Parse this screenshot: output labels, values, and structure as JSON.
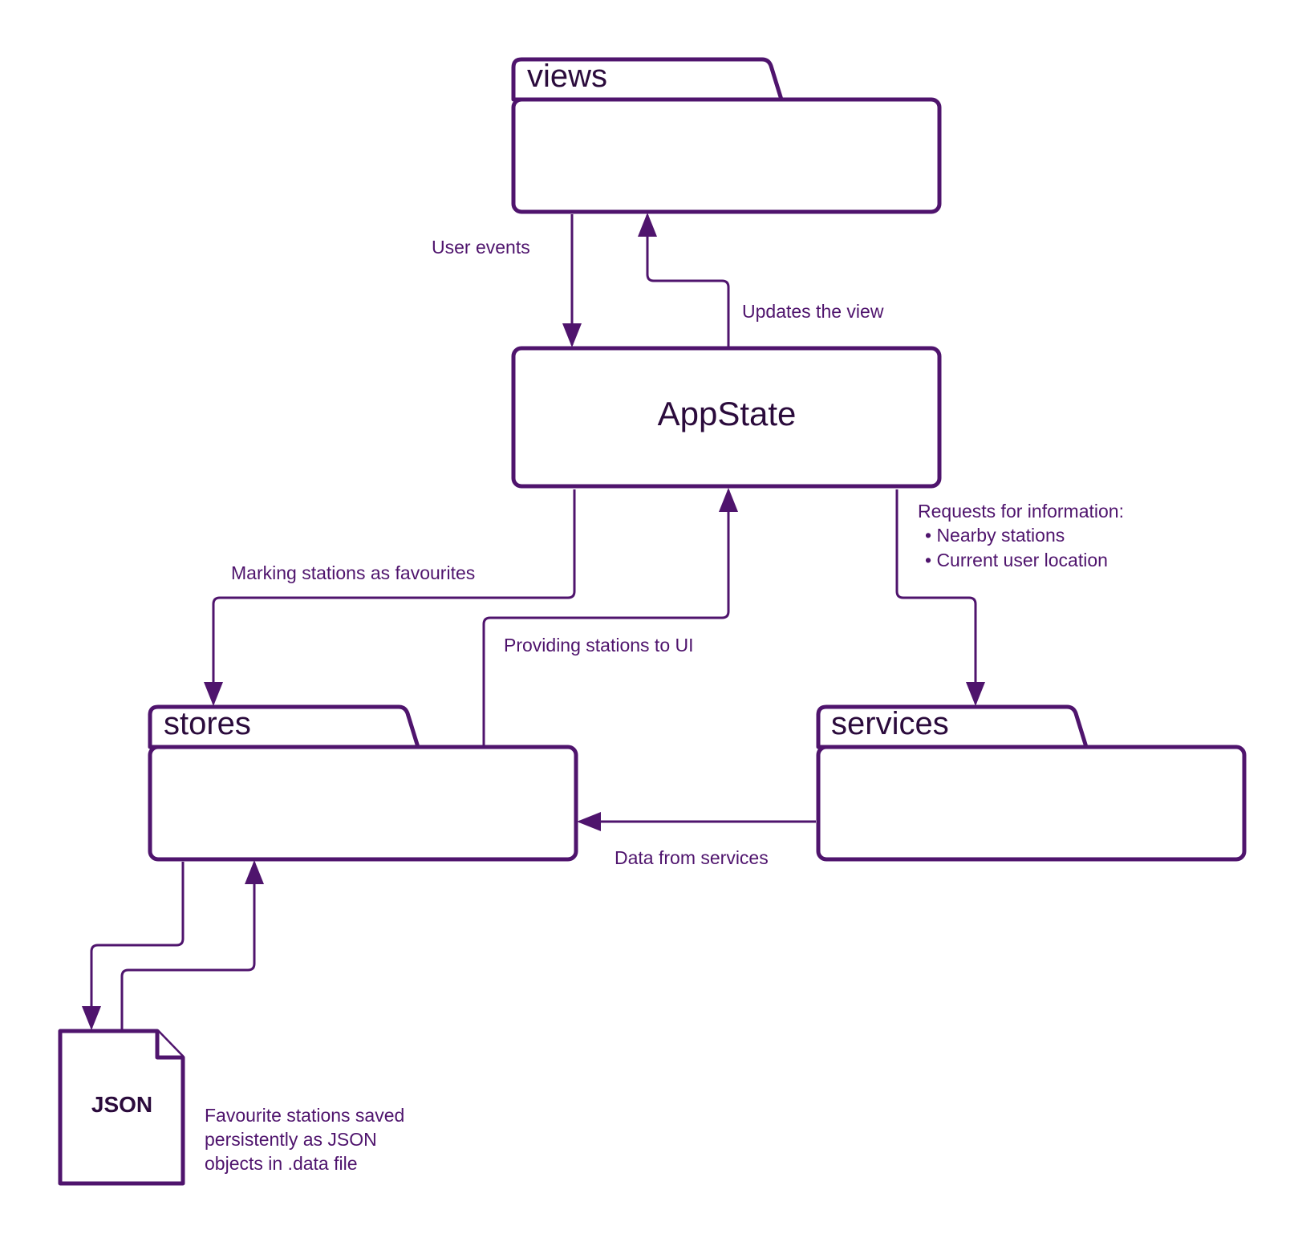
{
  "nodes": {
    "views": "views",
    "appstate": "AppState",
    "stores": "stores",
    "services": "services",
    "json": "JSON"
  },
  "edges": {
    "user_events": "User events",
    "updates_view": "Updates the view",
    "marking_favourites": "Marking stations as favourites",
    "providing_stations": "Providing stations to UI",
    "requests_header": "Requests for information:",
    "requests_items": [
      "• Nearby stations",
      "• Current user location"
    ],
    "data_from_services": "Data from services"
  },
  "notes": {
    "json_note": [
      "Favourite stations saved",
      "persistently as JSON",
      "objects in .data file"
    ]
  },
  "colors": {
    "stroke": "#4f146d",
    "text": "#2b0b3c"
  }
}
